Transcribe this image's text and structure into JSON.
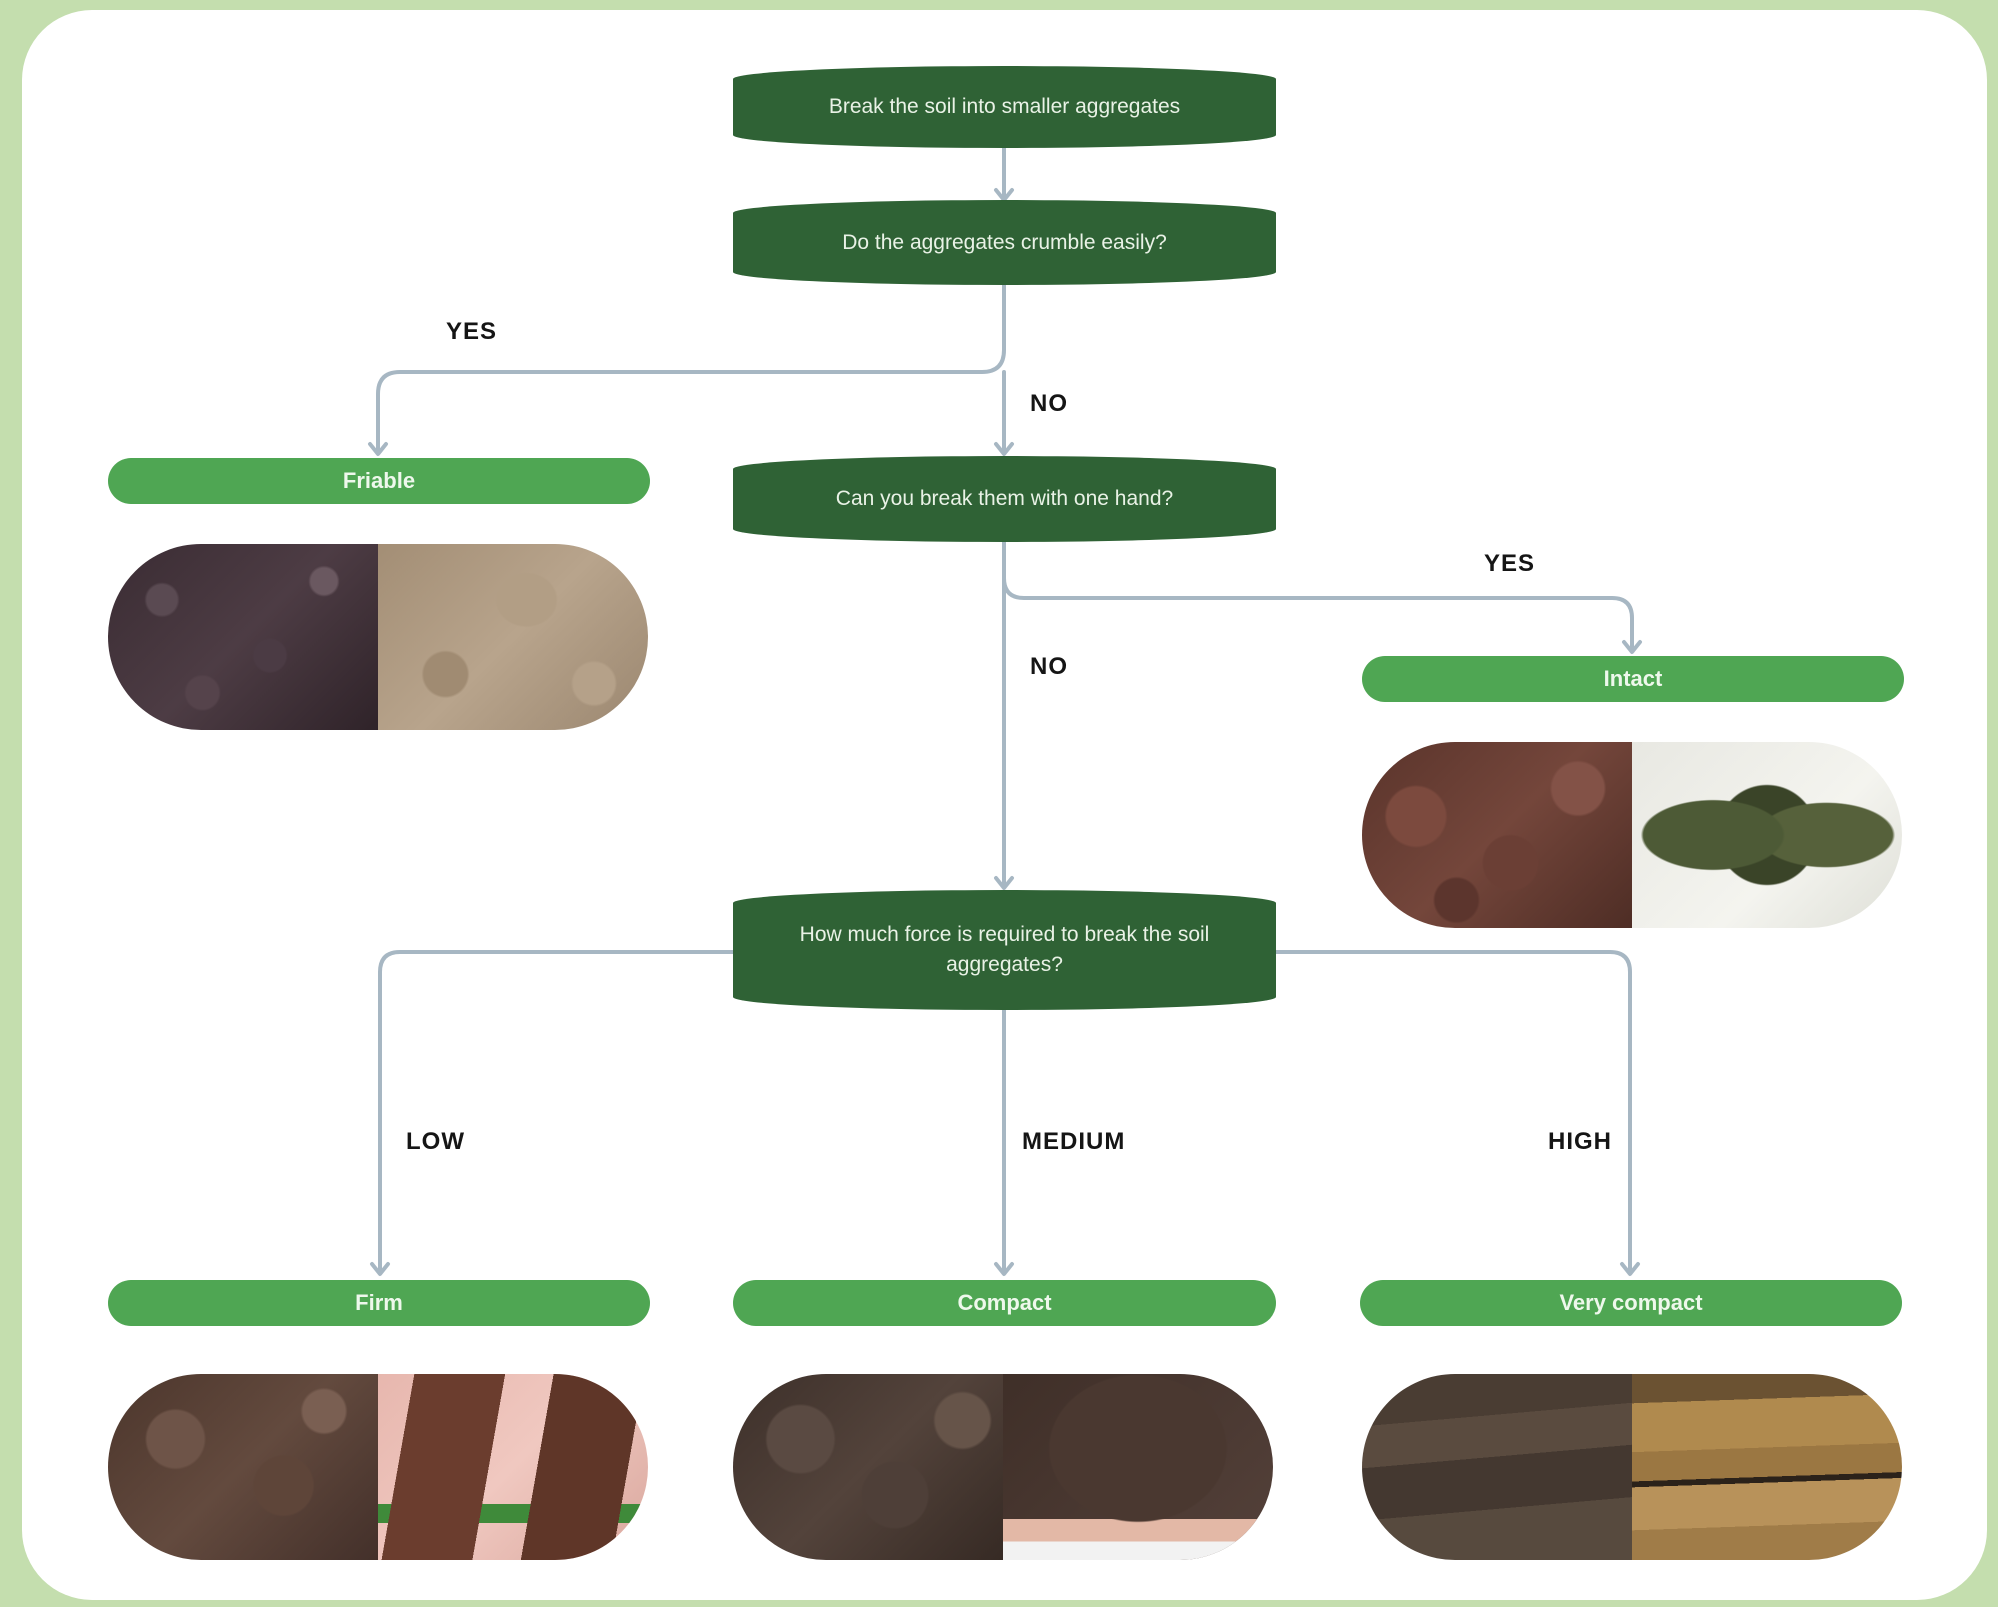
{
  "nodes": {
    "start": "Break the soil into smaller aggregates",
    "q_crumble": "Do the aggregates crumble easily?",
    "q_one_hand": "Can you break them with one hand?",
    "q_force": "How much force is required to break the soil aggregates?"
  },
  "results": {
    "friable": "Friable",
    "intact": "Intact",
    "firm": "Firm",
    "compact": "Compact",
    "very_compact": "Very compact"
  },
  "edges": {
    "crumble_yes": "YES",
    "crumble_no": "NO",
    "one_hand_yes": "YES",
    "one_hand_no": "NO",
    "force_low": "LOW",
    "force_medium": "MEDIUM",
    "force_high": "HIGH"
  },
  "colors": {
    "question_fill": "#2f6235",
    "result_fill": "#4fa653",
    "connector": "#a7b7c3",
    "background": "#c4deae",
    "card": "#ffffff"
  },
  "photos": {
    "friable": [
      "dark-crumbly-soil",
      "dry-tan-soil"
    ],
    "intact": [
      "red-brown-clods",
      "green-wet-aggregates"
    ],
    "firm": [
      "brown-clods",
      "hand-held-soil-blocks"
    ],
    "compact": [
      "dense-brown-clods",
      "hand-held-dense-block"
    ],
    "very_compact": [
      "layered-dark-soil",
      "ochre-layered-soil"
    ]
  }
}
